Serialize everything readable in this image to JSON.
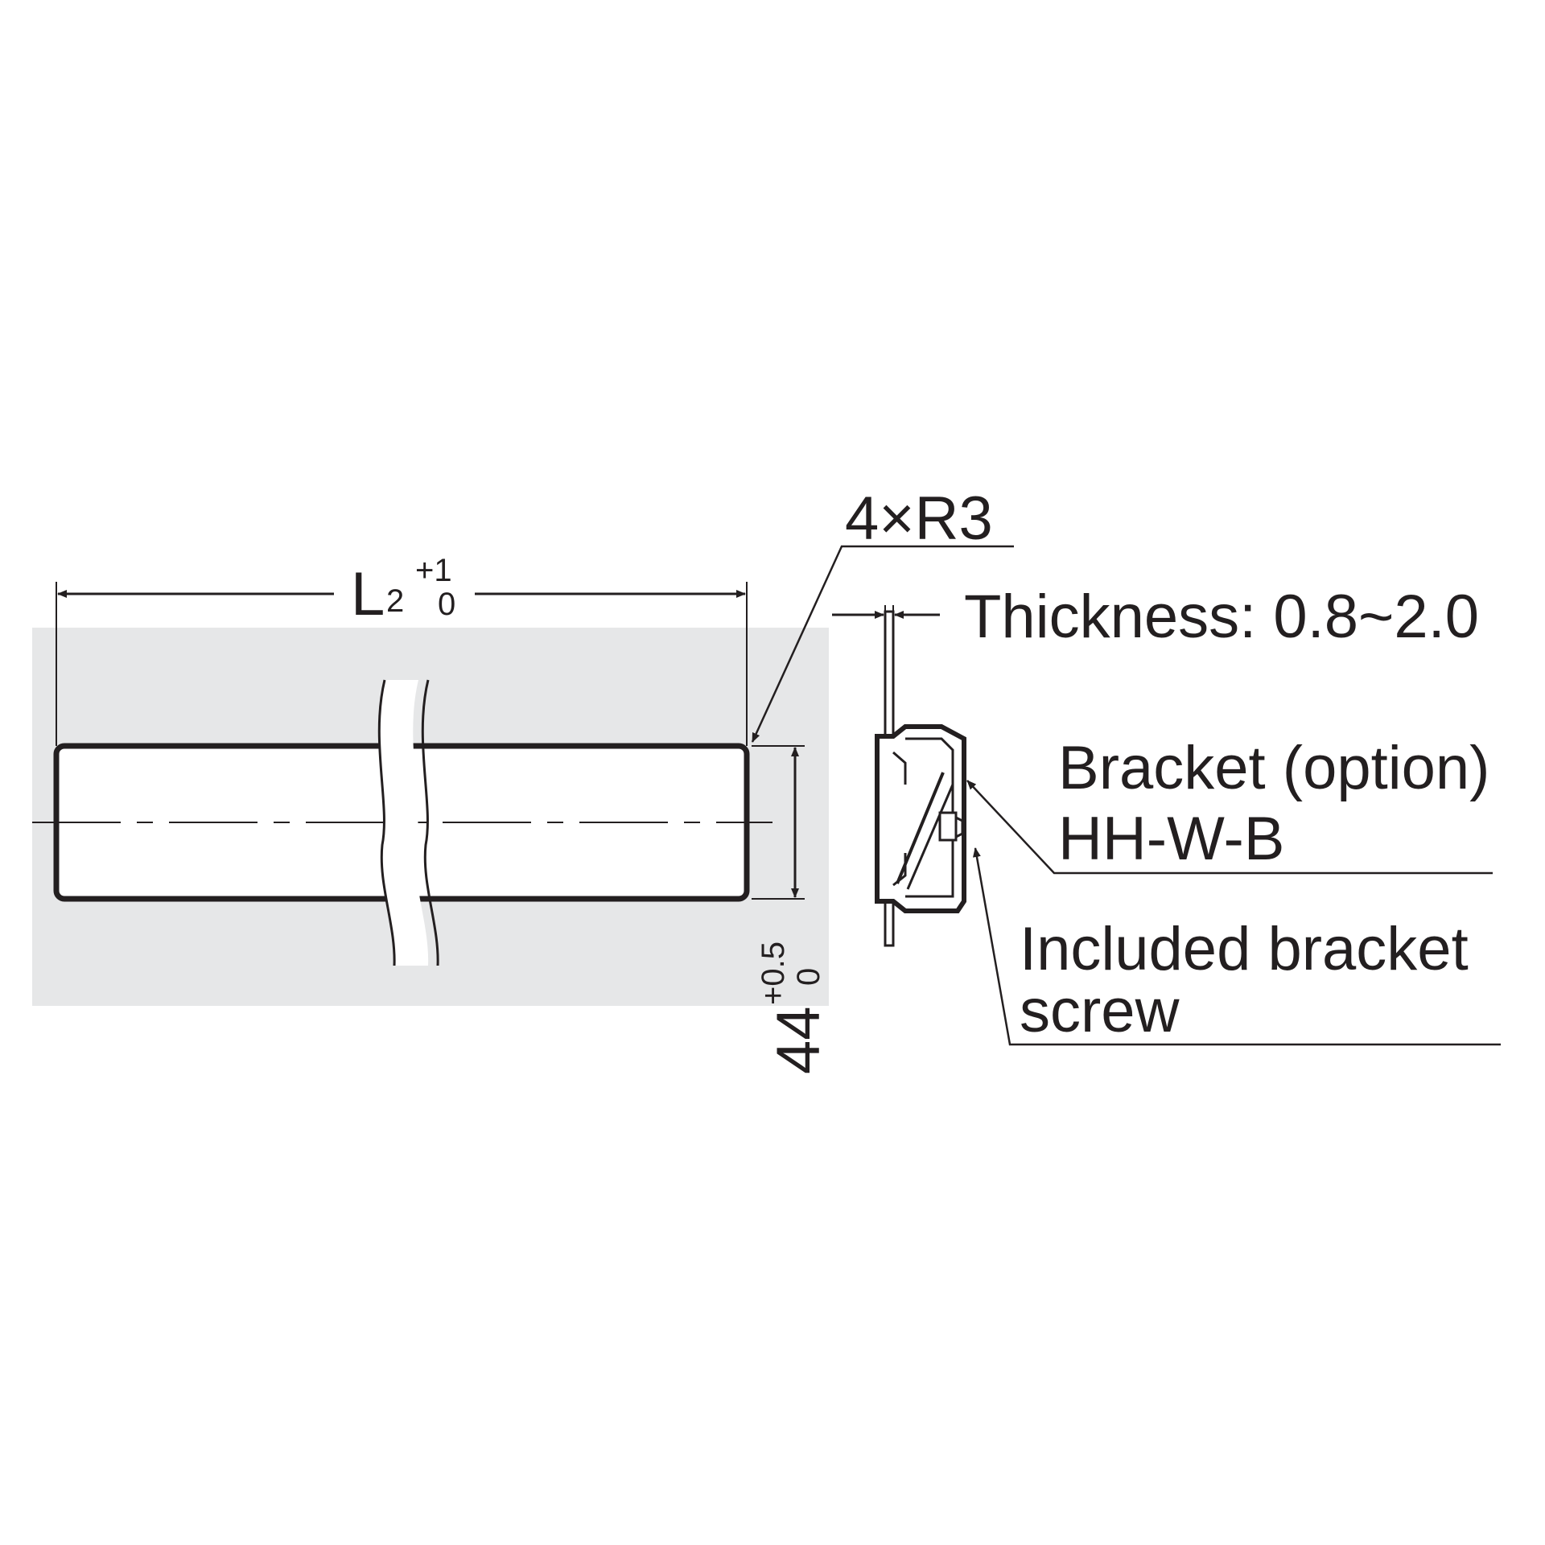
{
  "drawing": {
    "radius_note": "4×R3",
    "length": {
      "symbol": "L",
      "subscript": "2",
      "tol_upper": "+1",
      "tol_lower": "0"
    },
    "height": {
      "value": "44",
      "tol_upper": "+0.5",
      "tol_lower": "0"
    },
    "thickness_note": "Thickness: 0.8~2.0",
    "bracket_label_line1": "Bracket (option)",
    "bracket_label_line2": "HH-W-B",
    "screw_label_line1": "Included bracket",
    "screw_label_line2": "screw"
  },
  "colors": {
    "panel": "#e6e7e8",
    "line": "#231f20",
    "background": "#ffffff"
  }
}
